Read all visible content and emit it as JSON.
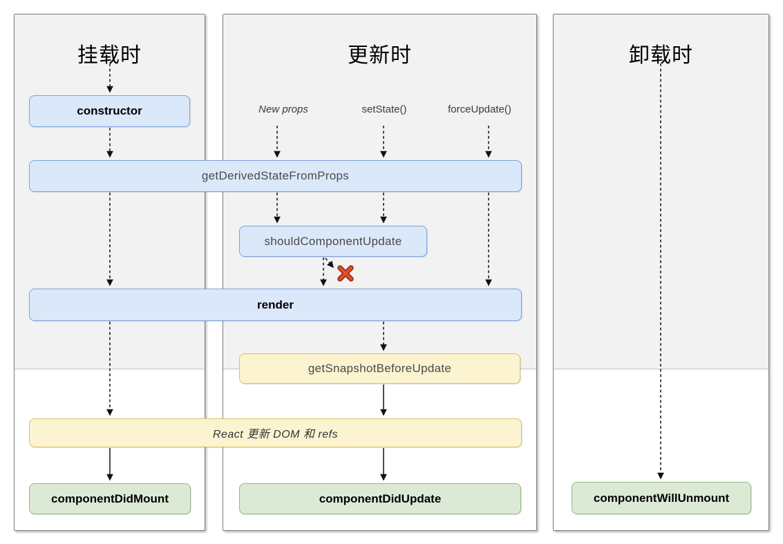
{
  "columns": [
    {
      "id": "mount",
      "title": "挂载时"
    },
    {
      "id": "update",
      "title": "更新时"
    },
    {
      "id": "unmount",
      "title": "卸载时"
    }
  ],
  "triggers": {
    "new_props": "New props",
    "set_state": "setState()",
    "force_update": "forceUpdate()"
  },
  "boxes": {
    "constructor": "constructor",
    "get_derived_state_from_props": "getDerivedStateFromProps",
    "should_component_update": "shouldComponentUpdate",
    "render": "render",
    "get_snapshot_before_update": "getSnapshotBeforeUpdate",
    "react_updates_dom": "React 更新 DOM 和 refs",
    "component_did_mount": "componentDidMount",
    "component_did_update": "componentDidUpdate",
    "component_will_unmount": "componentWillUnmount"
  },
  "icons": {
    "cancel_x": "red-x-mark"
  },
  "colors": {
    "column_bg": "#ffffff",
    "phase_bg": "#f2f2f2",
    "column_border": "#7a7a7a",
    "phase_divider": "#c4c4c4",
    "blue_fill": "#dbe8fa",
    "blue_border": "#7aa3da",
    "yellow_fill": "#fcf3d0",
    "yellow_border": "#dcc161",
    "green_fill": "#dcead5",
    "green_border": "#93b885",
    "arrow": "#111111",
    "x_outline": "#9b2a18",
    "x_fill": "#e04f2c",
    "title_color": "#000000",
    "method_text": "#4a4a4a",
    "bold_text": "#000000"
  }
}
